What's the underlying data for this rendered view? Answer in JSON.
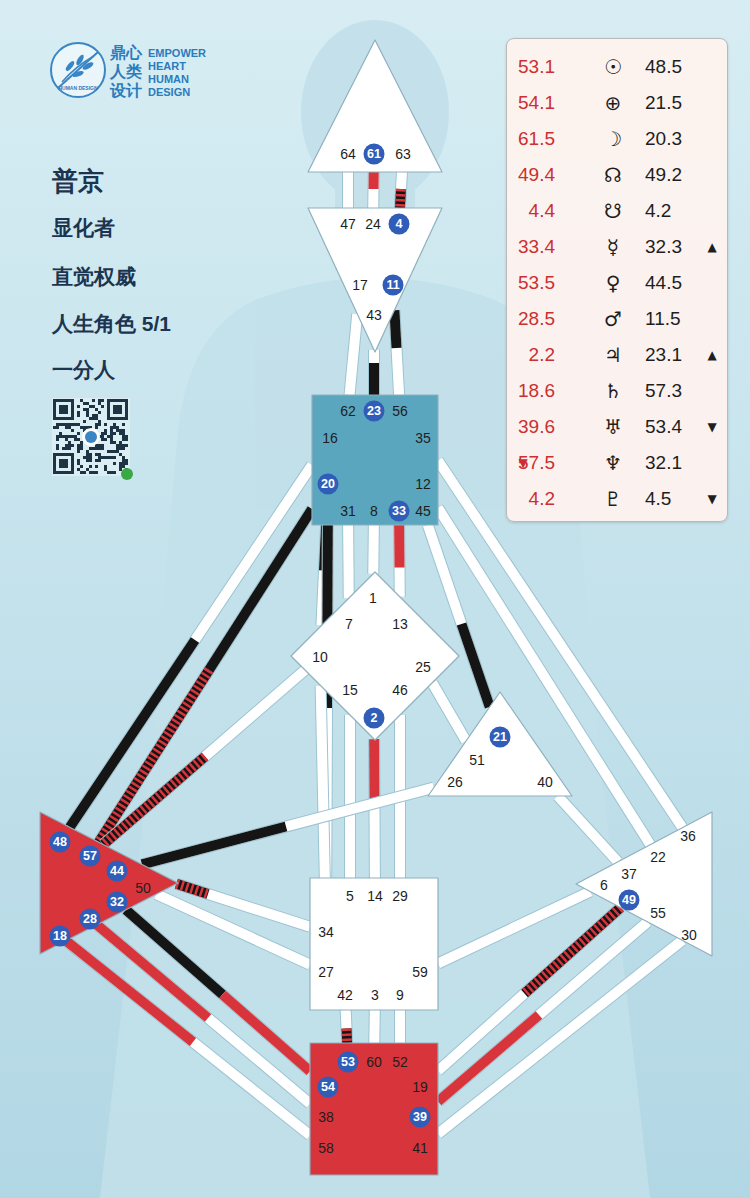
{
  "diagram": {
    "title": "普京",
    "nodes": [
      {
        "text": [
          "64",
          "61",
          "63"
        ]
      },
      {
        "text": [
          "47",
          "24",
          "4",
          "17",
          "11",
          "43"
        ]
      },
      {
        "text": [
          "62",
          "23",
          "56",
          "16",
          "35",
          "20",
          "12",
          "31",
          "8",
          "33",
          "45"
        ]
      },
      {
        "text": [
          "1",
          "7",
          "13",
          "10",
          "25",
          "15",
          "46",
          "2"
        ]
      },
      {
        "text": [
          "21",
          "51",
          "26",
          "40"
        ]
      },
      {
        "text": [
          "48",
          "57",
          "44",
          "50",
          "32",
          "28",
          "18"
        ]
      },
      {
        "text": [
          "5",
          "14",
          "29",
          "34",
          "27",
          "59",
          "42",
          "3",
          "9"
        ]
      },
      {
        "text": [
          "36",
          "22",
          "37",
          "6",
          "49",
          "55",
          "30"
        ]
      },
      {
        "text": [
          "53",
          "60",
          "52",
          "54",
          "19",
          "38",
          "39",
          "58",
          "41"
        ]
      },
      {
        "text": [
          "53.1",
          "☉",
          "48.5",
          "54.1",
          "⊕",
          "21.5",
          "61.5",
          "☽",
          "20.3",
          "49.4",
          "☊",
          "49.2",
          "4.4",
          "☋",
          "4.2",
          "33.4",
          "☿",
          "32.3",
          "▲",
          "53.5",
          "♀",
          "44.5",
          "28.5",
          "♂",
          "11.5",
          "2.2",
          "♃",
          "23.1",
          "▲",
          "18.6",
          "♄",
          "57.3",
          "39.6",
          "♅",
          "53.4",
          "▼",
          "▼",
          "57.5",
          "♆",
          "32.1",
          "4.2",
          "♇",
          "4.5",
          "▼"
        ]
      }
    ],
    "edges": [
      {
        "from": 0,
        "to": 1,
        "arrow": "none"
      },
      {
        "from": 0,
        "to": 1,
        "arrow": "none"
      },
      {
        "from": 0,
        "to": 1,
        "arrow": "none"
      },
      {
        "from": 1,
        "to": 2,
        "arrow": "none"
      },
      {
        "from": 1,
        "to": 2,
        "arrow": "none"
      },
      {
        "from": 1,
        "to": 2,
        "arrow": "none"
      },
      {
        "from": 2,
        "to": 3,
        "arrow": "none"
      },
      {
        "from": 2,
        "to": 3,
        "arrow": "none"
      },
      {
        "from": 2,
        "to": 3,
        "arrow": "none"
      },
      {
        "from": 2,
        "to": 3,
        "arrow": "none"
      },
      {
        "from": 2,
        "to": 5,
        "arrow": "none"
      },
      {
        "from": 2,
        "to": 5,
        "arrow": "none"
      },
      {
        "from": 2,
        "to": 6,
        "arrow": "none"
      },
      {
        "from": 2,
        "to": 4,
        "arrow": "none"
      },
      {
        "from": 2,
        "to": 7,
        "arrow": "none"
      },
      {
        "from": 2,
        "to": 7,
        "arrow": "none"
      },
      {
        "from": 3,
        "to": 5,
        "arrow": "none"
      },
      {
        "from": 3,
        "to": 6,
        "arrow": "none"
      },
      {
        "from": 3,
        "to": 6,
        "arrow": "none"
      },
      {
        "from": 3,
        "to": 6,
        "arrow": "none"
      },
      {
        "from": 3,
        "to": 6,
        "arrow": "none"
      },
      {
        "from": 3,
        "to": 4,
        "arrow": "none"
      },
      {
        "from": 4,
        "to": 5,
        "arrow": "none"
      },
      {
        "from": 4,
        "to": 7,
        "arrow": "none"
      },
      {
        "from": 5,
        "to": 6,
        "arrow": "none"
      },
      {
        "from": 5,
        "to": 6,
        "arrow": "none"
      },
      {
        "from": 6,
        "to": 7,
        "arrow": "none"
      },
      {
        "from": 6,
        "to": 8,
        "arrow": "none"
      },
      {
        "from": 6,
        "to": 8,
        "arrow": "none"
      },
      {
        "from": 6,
        "to": 8,
        "arrow": "none"
      },
      {
        "from": 5,
        "to": 8,
        "arrow": "none"
      },
      {
        "from": 5,
        "to": 8,
        "arrow": "none"
      },
      {
        "from": 5,
        "to": 8,
        "arrow": "none"
      },
      {
        "from": 7,
        "to": 8,
        "arrow": "none"
      },
      {
        "from": 7,
        "to": 8,
        "arrow": "none"
      },
      {
        "from": 7,
        "to": 8,
        "arrow": "none"
      }
    ],
    "labels": [
      "鼎心",
      "人类",
      "设计",
      "EMPOWER",
      "HEART",
      "HUMAN",
      "DESIGN",
      "HUMAN DESIGN",
      "显化者",
      "直觉权威",
      "人生角色 5/1",
      "一分人"
    ]
  }
}
